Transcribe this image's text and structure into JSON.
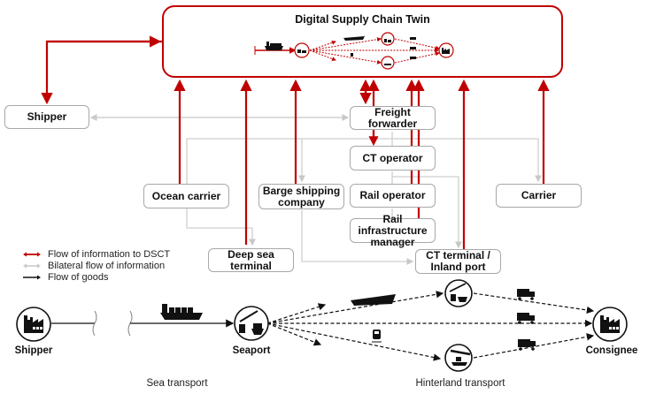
{
  "title": "Digital Supply Chain Twin",
  "actors": {
    "shipper": "Shipper",
    "freight_forwarder": "Freight forwarder",
    "ct_operator": "CT operator",
    "ocean_carrier": "Ocean carrier",
    "barge_shipping_company": "Barge shipping company",
    "rail_operator": "Rail operator",
    "carrier": "Carrier",
    "rail_infrastructure_manager": "Rail infrastructure manager",
    "deep_sea_terminal": "Deep sea terminal",
    "ct_terminal_inland_port": "CT terminal / Inland port"
  },
  "legend": [
    {
      "label": "Flow of information to DSCT",
      "color": "#c00000"
    },
    {
      "label": "Bilateral flow of information",
      "color": "#c8c8c8"
    },
    {
      "label": "Flow of goods",
      "color": "#111111"
    }
  ],
  "transport_chain": {
    "nodes": {
      "shipper": "Shipper",
      "seaport": "Seaport",
      "consignee": "Consignee"
    },
    "sections": {
      "sea": "Sea transport",
      "hinterland": "Hinterland transport"
    },
    "icons": [
      "factory-icon",
      "container-ship-icon",
      "seaport-crane-icon",
      "barge-icon",
      "train-icon",
      "truck-icon",
      "inland-port-icon",
      "rail-terminal-icon"
    ]
  },
  "colors": {
    "dsct_red": "#c00000",
    "bilateral_gray": "#c8c8c8",
    "goods_black": "#111111"
  }
}
